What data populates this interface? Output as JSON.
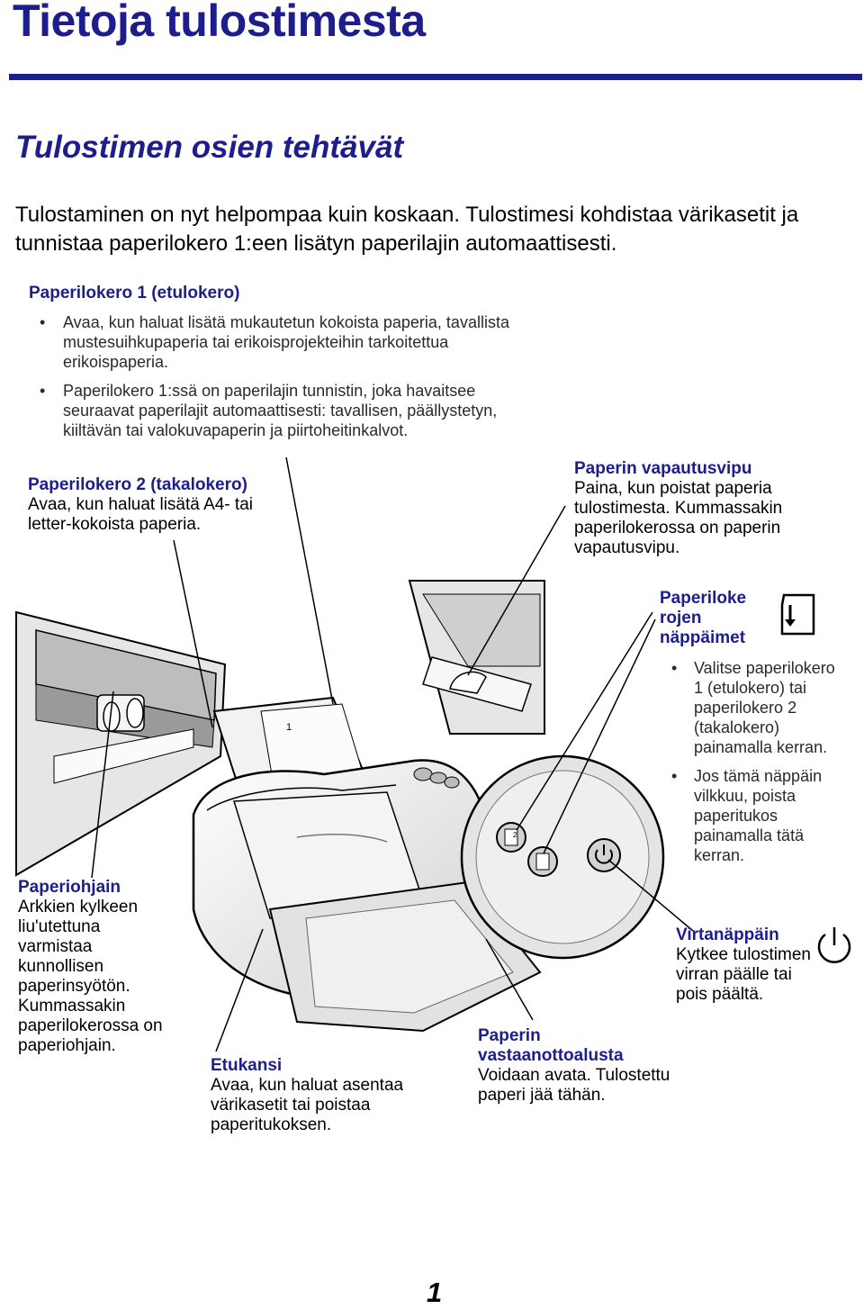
{
  "title": "Tietoja tulostimesta",
  "subtitle": "Tulostimen osien tehtävät",
  "intro": "Tulostaminen on nyt helpompaa kuin koskaan. Tulostimesi kohdistaa värikasetit ja tunnistaa paperilokero 1:een lisätyn paperilajin automaattisesti.",
  "tray1": {
    "heading": "Paperilokero 1 (etulokero)",
    "bullets": [
      "Avaa, kun haluat lisätä mukautetun kokoista paperia, tavallista mustesuihkupaperia tai erikoisprojekteihin tarkoitettua erikoispaperia.",
      "Paperilokero 1:ssä on paperilajin tunnistin, joka havaitsee seuraavat paperilajit automaattisesti: tavallisen, päällystetyn, kiiltävän tai valokuvapaperin ja piirtoheitinkalvot."
    ]
  },
  "tray2": {
    "heading": "Paperilokero 2 (takalokero)",
    "text": "Avaa, kun haluat lisätä A4- tai letter-kokoista paperia."
  },
  "release_lever": {
    "heading": "Paperin vapautusvipu",
    "text": "Paina, kun poistat paperia tulostimesta. Kummassakin paperilokerossa on paperin vapautusvipu."
  },
  "tray_buttons": {
    "heading": "Paperiloke rojen näppäimet",
    "bullets": [
      "Valitse paperilokero 1 (etulokero) tai paperilokero 2 (takalokero) painamalla kerran.",
      "Jos tämä näppäin vilkkuu, poista paperitukos painamalla tätä kerran."
    ]
  },
  "paper_guide": {
    "heading": "Paperiohjain",
    "text": "Arkkien kylkeen liu'utettuna varmistaa kunnollisen paperinsyötön. Kummassakin paperilokerossa on paperiohjain."
  },
  "power_button": {
    "heading": "Virtanäppäin",
    "text": "Kytkee tulostimen virran päälle tai pois päältä."
  },
  "front_cover": {
    "heading": "Etukansi",
    "text": "Avaa, kun haluat asentaa värikasetit tai poistaa paperitukoksen."
  },
  "exit_tray": {
    "heading": "Paperin vastaanottoalusta",
    "text": "Voidaan avata. Tulostettu paperi jää tähän."
  },
  "illustration": {
    "tray1_mark": "1",
    "tray2_mark": "2"
  },
  "page_number": "1",
  "colors": {
    "heading_blue": "#1d1d8c"
  }
}
